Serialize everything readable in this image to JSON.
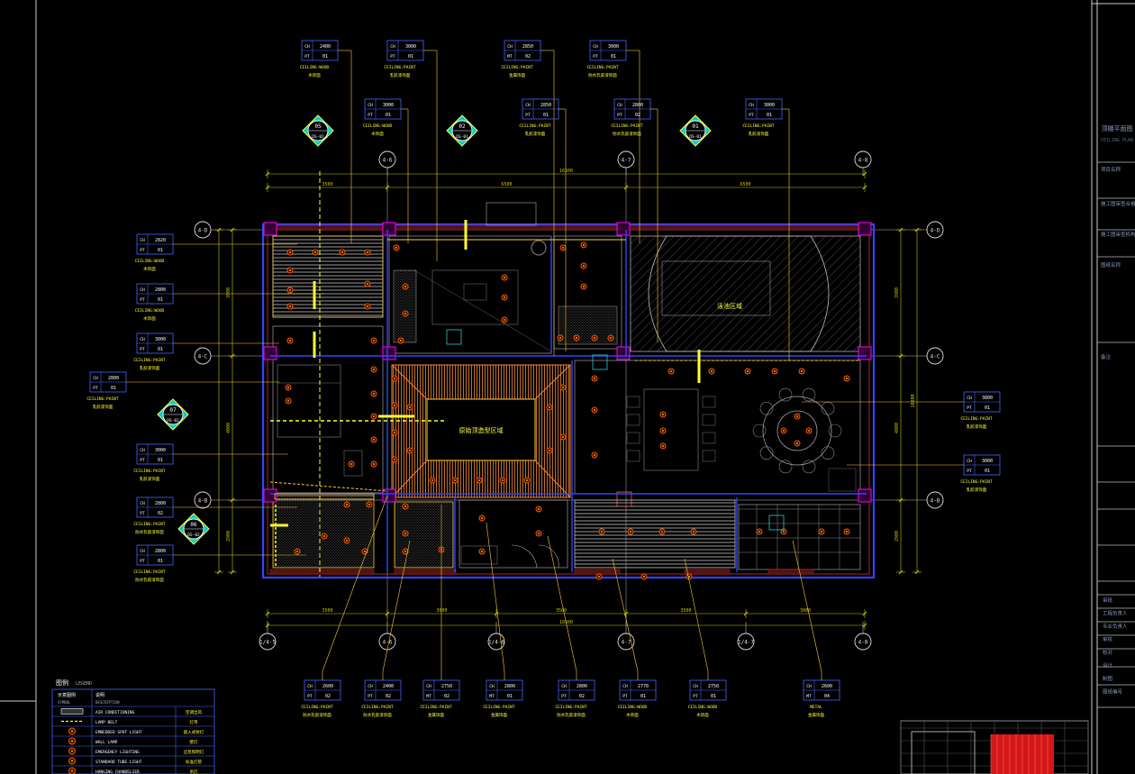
{
  "colors": {
    "background": "#000000",
    "wall": "#3344ff",
    "dimension": "#c8c800",
    "tag": "#4466ff",
    "text": "#ffff33",
    "grid": "#dddddd",
    "light": "#ff3300",
    "accent": "#ff00ff",
    "hatch": "#888888"
  },
  "grid_marks": {
    "top": [
      "4-6",
      "4-7",
      "4-8"
    ],
    "bottom": [
      "1/4-5",
      "4-6",
      "1/4-6",
      "4-7",
      "1/4-7",
      "4-8"
    ],
    "left": [
      "4-D",
      "4-C",
      "4-B"
    ],
    "right": [
      "4-D",
      "4-C",
      "4-B"
    ]
  },
  "elevation_marks": [
    {
      "num": "05",
      "ref": "DS-02"
    },
    {
      "num": "02",
      "ref": "DS-01"
    },
    {
      "num": "01",
      "ref": "DS-01"
    },
    {
      "num": "07",
      "ref": "DS-02"
    },
    {
      "num": "06",
      "ref": "DS-02"
    }
  ],
  "dimensions": {
    "top_total": "16500",
    "top_parts": [
      "3500",
      "6500",
      "6500"
    ],
    "bottom_total": "16500",
    "bottom_parts": [
      "3500",
      "3000",
      "3500",
      "3500",
      "3000"
    ],
    "left_parts": [
      "3900",
      "4000",
      "2900"
    ],
    "right_total": "10800",
    "right_parts": [
      "3900",
      "4000",
      "2900"
    ]
  },
  "ceiling_tags_top": [
    {
      "ch": "2400",
      "mat": "PT",
      "code": "01",
      "t1": "CEILING:WOOD",
      "t2": "木饰面"
    },
    {
      "ch": "3000",
      "mat": "PT",
      "code": "01",
      "t1": "CEILING:PAINT",
      "t2": "乳胶漆饰面"
    },
    {
      "ch": "2850",
      "mat": "MT",
      "code": "02",
      "t1": "CEILING:PAINT",
      "t2": "金属饰面"
    },
    {
      "ch": "3000",
      "mat": "PT",
      "code": "01",
      "t1": "CEILING:PAINT",
      "t2": "防水乳胶漆饰面"
    }
  ],
  "ceiling_tags_top2": [
    {
      "ch": "3000",
      "mat": "PT",
      "code": "01",
      "t1": "CEILING:WOOD",
      "t2": "木饰面"
    },
    {
      "ch": "2850",
      "mat": "PT",
      "code": "01",
      "t1": "CEILING:PAINT",
      "t2": "乳胶漆饰面"
    },
    {
      "ch": "2800",
      "mat": "PT",
      "code": "02",
      "t1": "CEILING:PAINT",
      "t2": "防水乳胶漆饰面"
    },
    {
      "ch": "3000",
      "mat": "PT",
      "code": "01",
      "t1": "CEILING:PAINT",
      "t2": "乳胶漆饰面"
    }
  ],
  "ceiling_tags_left": [
    {
      "ch": "2820",
      "mat": "PT",
      "code": "01",
      "t1": "CEILING:WOOD",
      "t2": "木饰面"
    },
    {
      "ch": "2800",
      "mat": "PT",
      "code": "01",
      "t1": "CEILING:WOOD",
      "t2": "木饰面"
    },
    {
      "ch": "3000",
      "mat": "PT",
      "code": "01",
      "t1": "CEILING:PAINT",
      "t2": "乳胶漆饰面"
    },
    {
      "ch": "2800",
      "mat": "PT",
      "code": "01",
      "t1": "CEILING:PAINT",
      "t2": "乳胶漆饰面"
    },
    {
      "ch": "3000",
      "mat": "PT",
      "code": "01",
      "t1": "CEILING:PAINT",
      "t2": "乳胶漆饰面"
    },
    {
      "ch": "2800",
      "mat": "PT",
      "code": "02",
      "t1": "CEILING:PAINT",
      "t2": "防水乳胶漆饰面"
    },
    {
      "ch": "2800",
      "mat": "PT",
      "code": "01",
      "t1": "CEILING:PAINT",
      "t2": "防水乳胶漆饰面"
    }
  ],
  "ceiling_tags_right": [
    {
      "ch": "3800",
      "mat": "PT",
      "code": "01",
      "t1": "CEILING:PAINT",
      "t2": "乳胶漆饰面"
    },
    {
      "ch": "3000",
      "mat": "PT",
      "code": "01",
      "t1": "CEILING:PAINT",
      "t2": "乳胶漆饰面"
    }
  ],
  "ceiling_tags_bottom": [
    {
      "ch": "2600",
      "mat": "PT",
      "code": "02",
      "t1": "CEILING:PAINT",
      "t2": "防水乳胶漆饰面"
    },
    {
      "ch": "2400",
      "mat": "PT",
      "code": "02",
      "t1": "CEILING:PAINT",
      "t2": "防水乳胶漆饰面"
    },
    {
      "ch": "2750",
      "mat": "MT",
      "code": "02",
      "t1": "CEILING:PAINT",
      "t2": "金属饰面"
    },
    {
      "ch": "2800",
      "mat": "MT",
      "code": "01",
      "t1": "CEILING:PAINT",
      "t2": "金属饰面"
    },
    {
      "ch": "2800",
      "mat": "PT",
      "code": "02",
      "t1": "CEILING:PAINT",
      "t2": "防水乳胶漆饰面"
    },
    {
      "ch": "2770",
      "mat": "PT",
      "code": "01",
      "t1": "CEILING:WOOD",
      "t2": "木饰面"
    },
    {
      "ch": "2750",
      "mat": "PT",
      "code": "01",
      "t1": "CEILING:WOOD",
      "t2": "木饰面"
    },
    {
      "ch": "2600",
      "mat": "MT",
      "code": "04",
      "t1": "METAL",
      "t2": "金属饰面"
    }
  ],
  "room_labels": {
    "feature_ceiling": "原始顶造型区域",
    "pool_area": "泳池区域"
  },
  "legend": {
    "title": "图例",
    "subtitle": "LEGEND",
    "col1": "示意图例",
    "col1_en": "SYMBOL",
    "col2": "说明",
    "col2_en": "DESCRIPTION",
    "rows": [
      {
        "en": "AIR CONDITIONING",
        "cn": "空调出风"
      },
      {
        "en": "LAMP BELT",
        "cn": "灯带"
      },
      {
        "en": "EMBEDDED SPOT LIGHT",
        "cn": "嵌入式射灯"
      },
      {
        "en": "WALL LAMP",
        "cn": "壁灯"
      },
      {
        "en": "EMERGENCY LIGHTING",
        "cn": "应急照明灯"
      },
      {
        "en": "STANDARD TUBE LIGHT",
        "cn": "标准灯管"
      },
      {
        "en": "HANGING CHANDELIER",
        "cn": "吊灯"
      }
    ]
  },
  "title_block": {
    "project": "顶棚平面图",
    "project_en": "CEILING PLAN",
    "rows": [
      "项目名称",
      "施工图审查合格书编号",
      "施工图审查机构",
      "图纸名称",
      "备注"
    ],
    "sign_rows": [
      "审批",
      "工程负责人",
      "专业负责人",
      "审核",
      "校对",
      "设计",
      "制图",
      "图纸编号"
    ]
  }
}
